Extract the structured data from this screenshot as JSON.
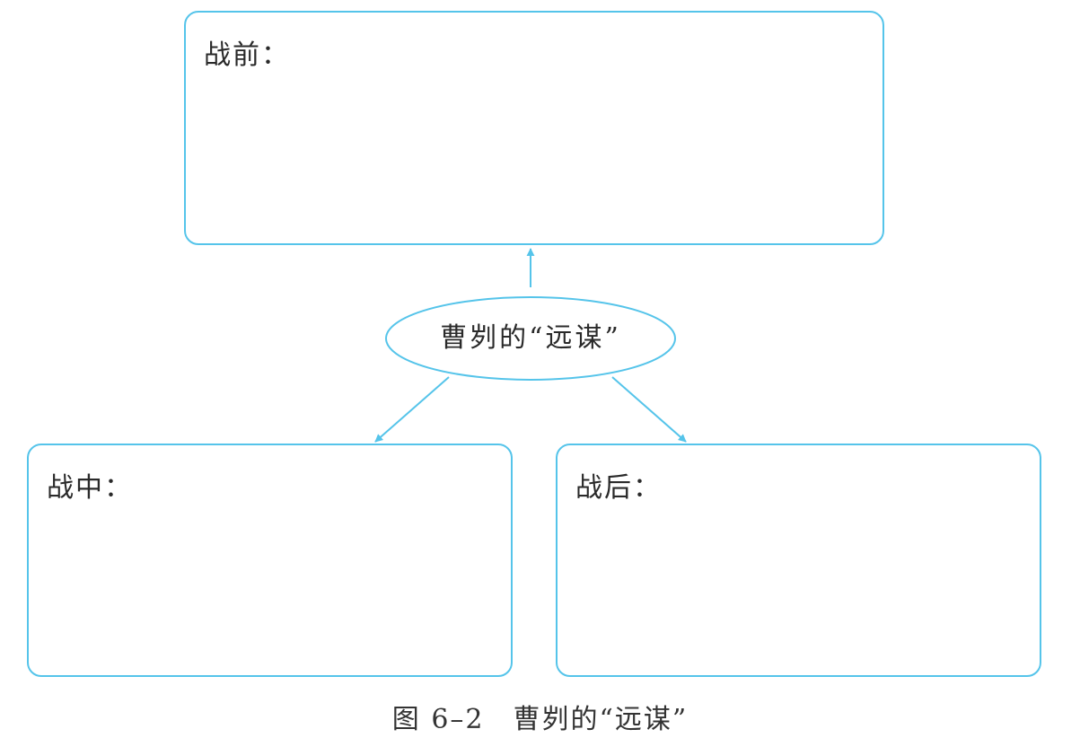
{
  "diagram": {
    "center": "曹刿的“远谋”",
    "boxes": {
      "before": "战前：",
      "during": "战中：",
      "after": "战后："
    },
    "caption": "图 6–2　曹刿的“远谋”",
    "colors": {
      "line": "#55c4ea",
      "text": "#2a2a2a"
    }
  }
}
